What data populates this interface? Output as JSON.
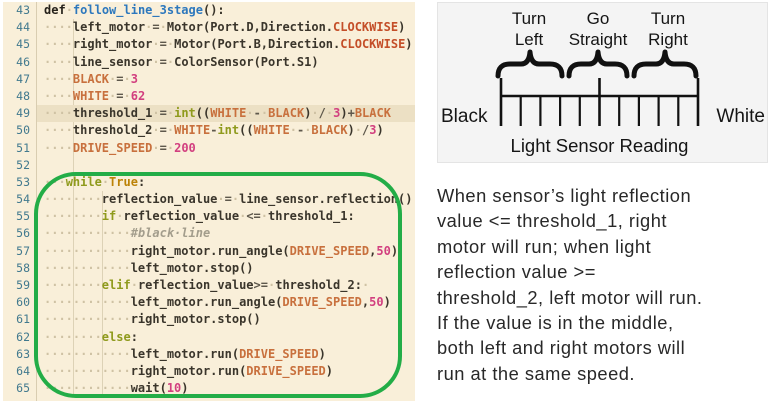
{
  "page": {
    "background": "#ffffff"
  },
  "editor": {
    "background": "#f9efd9",
    "gutter_color": "#41798e",
    "highlight_color": "#ece0c4",
    "annotation_color": "#23ad47",
    "token_colors": {
      "d": "#26221b",
      "p": "#3a352b",
      "o": "#5e584c",
      "f": "#2d78bd",
      "k": "#8f9a1d",
      "c": "#c8703d",
      "C": "#c44e28",
      "n": "#d23f7f",
      "t": "#bc8307",
      "m": "#a39d8c",
      "w": "#cfc2a4"
    },
    "lines": [
      {
        "no": 43,
        "segs": [
          [
            "def",
            "d"
          ],
          [
            "·",
            "w"
          ],
          [
            "follow_line_3stage",
            "f"
          ],
          [
            "():",
            "p"
          ]
        ]
      },
      {
        "no": 44,
        "segs": [
          [
            "····",
            "w"
          ],
          [
            "left_motor",
            "p"
          ],
          [
            "·",
            "w"
          ],
          [
            "=",
            "o"
          ],
          [
            "·",
            "w"
          ],
          [
            "Motor(Port.D,Direction.",
            "p"
          ],
          [
            "CLOCKWISE",
            "C"
          ],
          [
            ")",
            "p"
          ]
        ]
      },
      {
        "no": 45,
        "segs": [
          [
            "····",
            "w"
          ],
          [
            "right_motor",
            "p"
          ],
          [
            "·",
            "w"
          ],
          [
            "=",
            "o"
          ],
          [
            "·",
            "w"
          ],
          [
            "Motor(Port.B,Direction.",
            "p"
          ],
          [
            "CLOCKWISE",
            "C"
          ],
          [
            ")",
            "p"
          ]
        ]
      },
      {
        "no": 46,
        "segs": [
          [
            "····",
            "w"
          ],
          [
            "line_sensor",
            "p"
          ],
          [
            "·",
            "w"
          ],
          [
            "=",
            "o"
          ],
          [
            "·",
            "w"
          ],
          [
            "ColorSensor(Port.S1)",
            "p"
          ]
        ]
      },
      {
        "no": 47,
        "segs": [
          [
            "····",
            "w"
          ],
          [
            "BLACK",
            "c"
          ],
          [
            "·",
            "w"
          ],
          [
            "=",
            "o"
          ],
          [
            "·",
            "w"
          ],
          [
            "3",
            "n"
          ]
        ]
      },
      {
        "no": 48,
        "segs": [
          [
            "····",
            "w"
          ],
          [
            "WHITE",
            "c"
          ],
          [
            "·",
            "w"
          ],
          [
            "=",
            "o"
          ],
          [
            "·",
            "w"
          ],
          [
            "62",
            "n"
          ]
        ]
      },
      {
        "no": 49,
        "highlight": true,
        "segs": [
          [
            "····",
            "w"
          ],
          [
            "threshold_1",
            "p"
          ],
          [
            "·",
            "w"
          ],
          [
            "=",
            "o"
          ],
          [
            "·",
            "w"
          ],
          [
            "int",
            "k"
          ],
          [
            "((",
            "p"
          ],
          [
            "WHITE",
            "c"
          ],
          [
            "·",
            "w"
          ],
          [
            "-",
            "o"
          ],
          [
            "·",
            "w"
          ],
          [
            "BLACK",
            "c"
          ],
          [
            ")",
            "p"
          ],
          [
            "·",
            "w"
          ],
          [
            "/",
            "o"
          ],
          [
            "·",
            "w"
          ],
          [
            "3",
            "n"
          ],
          [
            ")",
            "p"
          ],
          [
            "+",
            "o"
          ],
          [
            "BLACK",
            "c"
          ]
        ]
      },
      {
        "no": 50,
        "segs": [
          [
            "····",
            "w"
          ],
          [
            "threshold_2",
            "p"
          ],
          [
            "·",
            "w"
          ],
          [
            "=",
            "o"
          ],
          [
            "·",
            "w"
          ],
          [
            "WHITE",
            "c"
          ],
          [
            "-",
            "o"
          ],
          [
            "int",
            "k"
          ],
          [
            "((",
            "p"
          ],
          [
            "WHITE",
            "c"
          ],
          [
            "·",
            "w"
          ],
          [
            "-",
            "o"
          ],
          [
            "·",
            "w"
          ],
          [
            "BLACK",
            "c"
          ],
          [
            ")",
            "p"
          ],
          [
            "·",
            "w"
          ],
          [
            "/",
            "o"
          ],
          [
            "3",
            "n"
          ],
          [
            ")",
            "p"
          ]
        ]
      },
      {
        "no": 51,
        "segs": [
          [
            "····",
            "w"
          ],
          [
            "DRIVE_SPEED",
            "c"
          ],
          [
            "·",
            "w"
          ],
          [
            "=",
            "o"
          ],
          [
            "·",
            "w"
          ],
          [
            "200",
            "n"
          ]
        ]
      },
      {
        "no": 52,
        "segs": []
      },
      {
        "no": 53,
        "segs": [
          [
            "···",
            "w"
          ],
          [
            "while",
            "k"
          ],
          [
            "·",
            "w"
          ],
          [
            "True",
            "t"
          ],
          [
            ":",
            "p"
          ]
        ]
      },
      {
        "no": 54,
        "segs": [
          [
            "········",
            "w"
          ],
          [
            "reflection_value",
            "p"
          ],
          [
            "·",
            "w"
          ],
          [
            "=",
            "o"
          ],
          [
            "·",
            "w"
          ],
          [
            "line_sensor.reflection()",
            "p"
          ]
        ]
      },
      {
        "no": 55,
        "segs": [
          [
            "········",
            "w"
          ],
          [
            "if",
            "k"
          ],
          [
            "·",
            "w"
          ],
          [
            "reflection_value",
            "p"
          ],
          [
            "·",
            "w"
          ],
          [
            "<=",
            "o"
          ],
          [
            "·",
            "w"
          ],
          [
            "threshold_1",
            "p"
          ],
          [
            ":",
            "p"
          ]
        ]
      },
      {
        "no": 56,
        "segs": [
          [
            "············",
            "w"
          ],
          [
            "#black·line",
            "m"
          ]
        ]
      },
      {
        "no": 57,
        "segs": [
          [
            "············",
            "w"
          ],
          [
            "right_motor.run_angle(",
            "p"
          ],
          [
            "DRIVE_SPEED",
            "c"
          ],
          [
            ",",
            "p"
          ],
          [
            "50",
            "n"
          ],
          [
            ")",
            "p"
          ]
        ]
      },
      {
        "no": 58,
        "segs": [
          [
            "············",
            "w"
          ],
          [
            "left_motor.stop()",
            "p"
          ]
        ]
      },
      {
        "no": 59,
        "segs": [
          [
            "········",
            "w"
          ],
          [
            "elif",
            "k"
          ],
          [
            "·",
            "w"
          ],
          [
            "reflection_value",
            "p"
          ],
          [
            ">=",
            "o"
          ],
          [
            "·",
            "w"
          ],
          [
            "threshold_2",
            "p"
          ],
          [
            ":",
            "p"
          ],
          [
            "·",
            "w"
          ]
        ]
      },
      {
        "no": 60,
        "segs": [
          [
            "············",
            "w"
          ],
          [
            "left_motor.run_angle(",
            "p"
          ],
          [
            "DRIVE_SPEED",
            "c"
          ],
          [
            ",",
            "p"
          ],
          [
            "50",
            "n"
          ],
          [
            ")",
            "p"
          ]
        ]
      },
      {
        "no": 61,
        "segs": [
          [
            "············",
            "w"
          ],
          [
            "right_motor.stop()",
            "p"
          ]
        ]
      },
      {
        "no": 62,
        "segs": [
          [
            "········",
            "w"
          ],
          [
            "else",
            "k"
          ],
          [
            ":",
            "p"
          ]
        ]
      },
      {
        "no": 63,
        "segs": [
          [
            "············",
            "w"
          ],
          [
            "left_motor.run(",
            "p"
          ],
          [
            "DRIVE_SPEED",
            "c"
          ],
          [
            ")",
            "p"
          ]
        ]
      },
      {
        "no": 64,
        "segs": [
          [
            "············",
            "w"
          ],
          [
            "right_motor.run(",
            "p"
          ],
          [
            "DRIVE_SPEED",
            "c"
          ],
          [
            ")",
            "p"
          ]
        ]
      },
      {
        "no": 65,
        "segs": [
          [
            "············",
            "w"
          ],
          [
            "wait(",
            "p"
          ],
          [
            "10",
            "n"
          ],
          [
            ")",
            "p"
          ]
        ]
      }
    ]
  },
  "diagram": {
    "labels": [
      "Turn\nLeft",
      "Go\nStraight",
      "Turn\nRight"
    ],
    "left_label": "Black",
    "right_label": "White",
    "caption": "Light Sensor Reading",
    "ink_color": "#111111",
    "ruler": {
      "tall_ticks": 3,
      "short_ticks_per_half": 4
    }
  },
  "explanation": {
    "text": "When sensor’s light reflection\nvalue <= threshold_1, right\nmotor will run; when light\nreflection value >=\nthreshold_2, left motor will run.\nIf the value is in the middle,\nboth left and right motors will\nrun at the same speed."
  }
}
